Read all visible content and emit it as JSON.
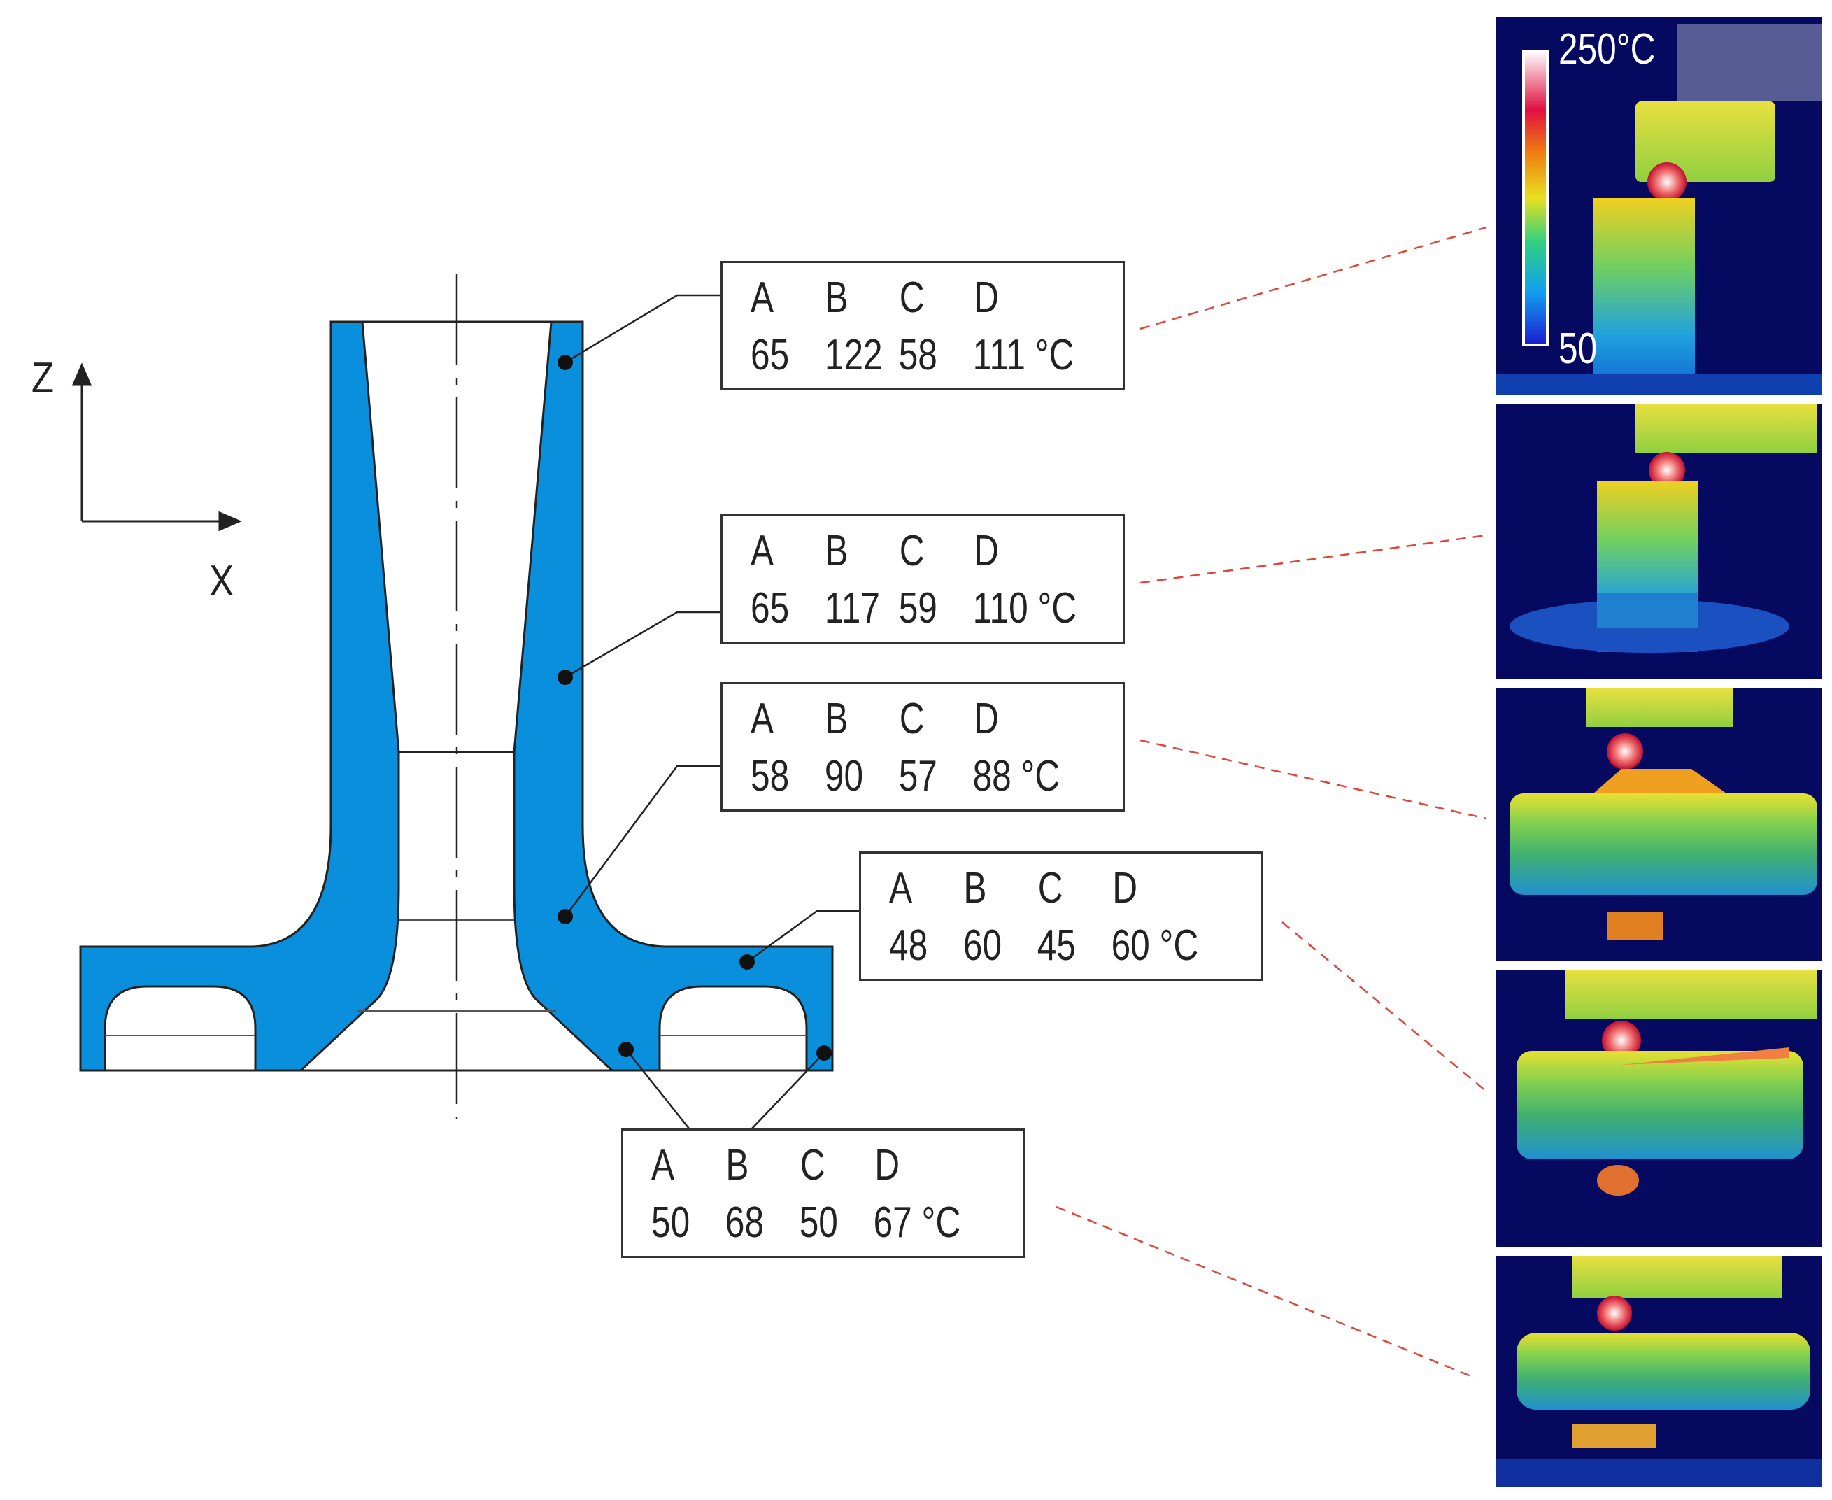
{
  "axes": {
    "z_label": "Z",
    "x_label": "X"
  },
  "colors": {
    "part": "#0a8fdc",
    "leader": "#222222",
    "dashed_link": "#e0453a"
  },
  "temperature_boxes": [
    {
      "headers": [
        "A",
        "B",
        "C",
        "D"
      ],
      "values": [
        "65",
        "122",
        "58",
        "111 °C"
      ]
    },
    {
      "headers": [
        "A",
        "B",
        "C",
        "D"
      ],
      "values": [
        "65",
        "117",
        "59",
        "110 °C"
      ]
    },
    {
      "headers": [
        "A",
        "B",
        "C",
        "D"
      ],
      "values": [
        "58",
        "90",
        "57",
        "88 °C"
      ]
    },
    {
      "headers": [
        "A",
        "B",
        "C",
        "D"
      ],
      "values": [
        "48",
        "60",
        "45",
        "60 °C"
      ]
    },
    {
      "headers": [
        "A",
        "B",
        "C",
        "D"
      ],
      "values": [
        "50",
        "68",
        "50",
        "67 °C"
      ]
    }
  ],
  "colorbar": {
    "max_label": "250°C",
    "min_label": "50"
  },
  "thermal_images": [
    {
      "stage": "1",
      "icon": "thermal-image"
    },
    {
      "stage": "2",
      "icon": "thermal-image"
    },
    {
      "stage": "3",
      "icon": "thermal-image"
    },
    {
      "stage": "4",
      "icon": "thermal-image"
    },
    {
      "stage": "5",
      "icon": "thermal-image"
    }
  ]
}
